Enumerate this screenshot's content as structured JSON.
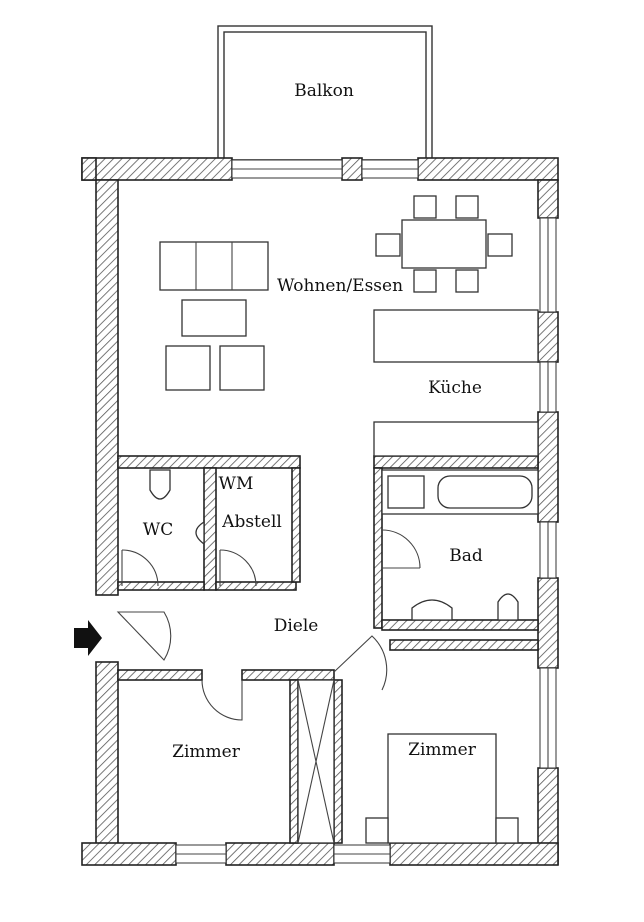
{
  "rooms": {
    "balkon": "Balkon",
    "wohnen_essen": "Wohnen/Essen",
    "kueche": "Küche",
    "wm": "WM",
    "wc": "WC",
    "abstell": "Abstell",
    "bad": "Bad",
    "diele": "Diele",
    "zimmer_left": "Zimmer",
    "zimmer_right": "Zimmer"
  },
  "colors": {
    "wall_stroke": "#222222",
    "hatch": "#555555",
    "ink": "#111111"
  },
  "icons": {
    "entrance": "entrance-arrow-icon"
  }
}
